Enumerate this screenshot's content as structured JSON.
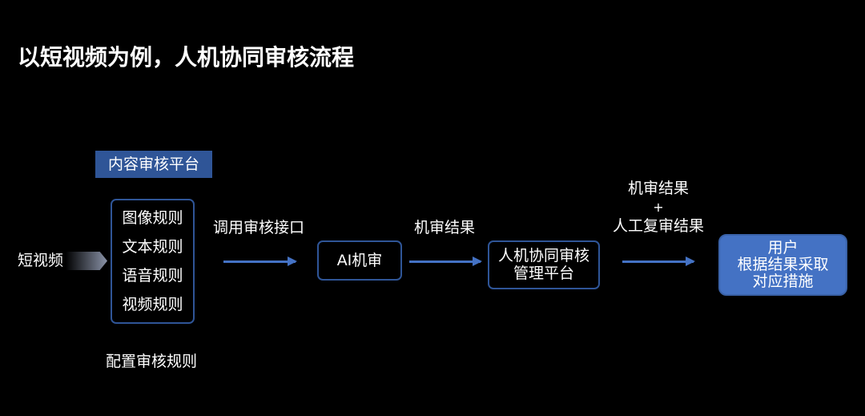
{
  "title": "以短视频为例，人机协同审核流程",
  "platform_label": "内容审核平台",
  "input": "短视频",
  "rules": [
    "图像规则",
    "文本规则",
    "语音规则",
    "视频规则"
  ],
  "rules_caption": "配置审核规则",
  "edge1": "调用审核接口",
  "ai_box": "AI机审",
  "edge2": "机审结果",
  "review_box": [
    "人机协同审核",
    "管理平台"
  ],
  "edge3": [
    "机审结果",
    "+",
    "人工复审结果"
  ],
  "user_box": [
    "用户",
    "根据结果采取",
    "对应措施"
  ],
  "colors": {
    "label_bg": "#2f5597",
    "arrow": "#4472c4",
    "user_bg": "#4472c4",
    "border": "#2f5597"
  }
}
